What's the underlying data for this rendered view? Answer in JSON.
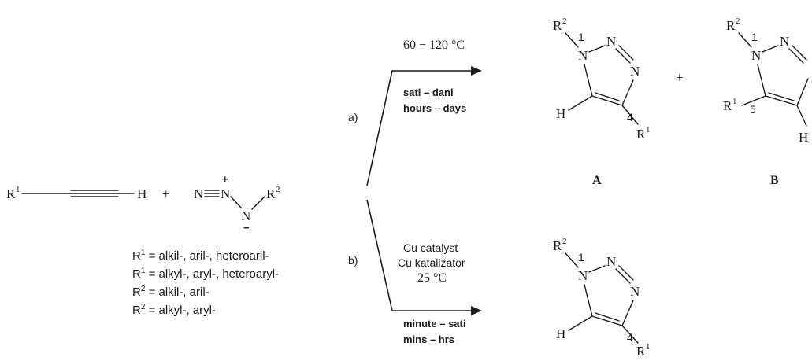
{
  "reactants": {
    "alkyne": {
      "r_label": "R",
      "r_sup": "1",
      "h_label": "H"
    },
    "plus": "+",
    "azide": {
      "n_terminal": "N",
      "n_central": "N",
      "n_proximal": "N",
      "plus_charge": "+",
      "minus_charge": "−",
      "r_label": "R",
      "r_sup": "2"
    }
  },
  "definitions": [
    {
      "r": "R",
      "sup": "1",
      "text": " = alkil-, aril-, heteroaril-"
    },
    {
      "r": "R",
      "sup": "1",
      "text": " = alkyl-, aryl-, heteroaryl-"
    },
    {
      "r": "R",
      "sup": "2",
      "text": " = alkil-, aril-"
    },
    {
      "r": "R",
      "sup": "2",
      "text": " = alkyl-, aryl-"
    }
  ],
  "route_a": {
    "label": "a)",
    "temperature": "60 − 120 °C",
    "time_hr": "sati – dani",
    "time_en": "hours – days"
  },
  "route_b": {
    "label": "b)",
    "catalyst_en": "Cu catalyst",
    "catalyst_hr": "Cu katalizator",
    "temperature": "25 °C",
    "time_hr": "minute – sati",
    "time_en": "mins – hrs"
  },
  "products": {
    "plus": "+",
    "A": {
      "label": "A",
      "r2": "R",
      "r2_sup": "2",
      "r1": "R",
      "r1_sup": "1",
      "h": "H",
      "n": "N",
      "pos1": "1",
      "pos4": "4"
    },
    "B": {
      "label": "B",
      "r2": "R",
      "r2_sup": "2",
      "r1": "R",
      "r1_sup": "1",
      "h": "H",
      "n": "N",
      "pos1": "1",
      "pos5": "5"
    }
  }
}
